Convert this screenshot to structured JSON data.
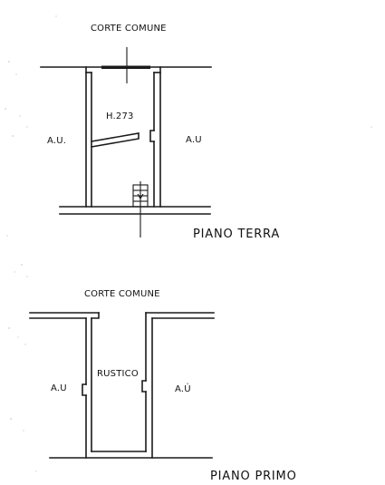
{
  "floors": {
    "ground": {
      "title": "PIANO TERRA",
      "top_label": "CORTE COMUNE",
      "room_label": "H.273",
      "left_label": "A.U.",
      "right_label": "A.U"
    },
    "first": {
      "title": "PIANO PRIMO",
      "top_label": "CORTE COMUNE",
      "room_label": "RUSTICO",
      "left_label": "A.U",
      "right_label": "A.Ú"
    }
  },
  "colors": {
    "line": "#1a1a1a",
    "background": "#ffffff"
  }
}
